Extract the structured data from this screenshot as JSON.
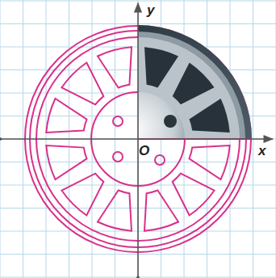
{
  "diagram": {
    "labels": [
      "y",
      "x",
      "O"
    ]
  }
}
